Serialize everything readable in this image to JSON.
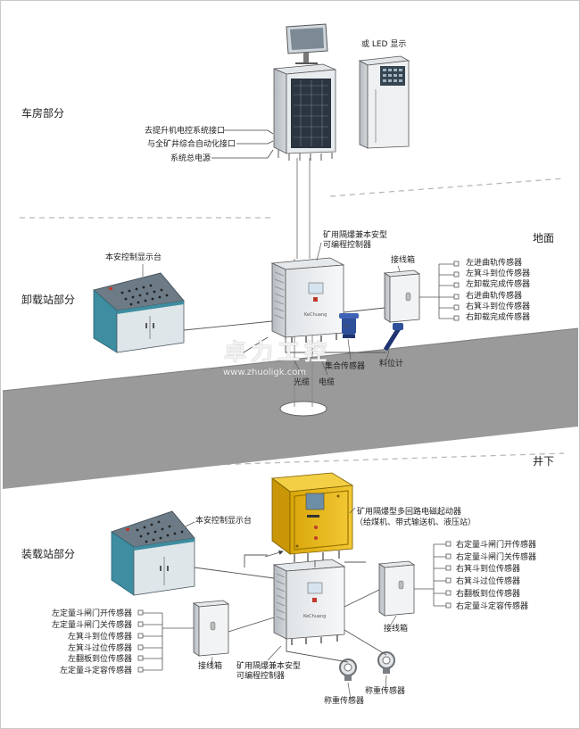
{
  "sections": {
    "garage": "车房部分",
    "unloading": "卸载站部分",
    "loading": "装载站部分",
    "ground": "地面",
    "underground": "井下"
  },
  "garage": {
    "led_note": "或 LED 显示",
    "interfaces": [
      "去提升机电控系统接口",
      "与全矿井综合自动化接口",
      "系统总电源"
    ]
  },
  "unloading": {
    "plc_label": "矿用隔爆兼本安型\n可编程控制器",
    "console_label": "本安控制显示台",
    "junction_label": "接线箱",
    "sensors": [
      "左进曲轨传感器",
      "左箕斗到位传感器",
      "左卸载完成传感器",
      "右进曲轨传感器",
      "右箕斗到位传感器",
      "右卸载完成传感器"
    ],
    "fiber": "光缆",
    "cable": "电缆",
    "combo_sensor": "集合传感器",
    "level_meter": "料位计"
  },
  "loading": {
    "starter_label": "矿用隔爆型多回路电磁起动器",
    "starter_note": "（给煤机、带式输送机、液压站）",
    "console_label": "本安控制显示台",
    "plc_label": "矿用隔爆兼本安型\n可编程控制器",
    "left_junction": "接线箱",
    "right_junction": "接线箱",
    "left_sensors": [
      "左定量斗闸门开传感器",
      "左定量斗闸门关传感器",
      "左箕斗到位传感器",
      "左箕斗过位传感器",
      "左翻板到位传感器",
      "左定量斗定容传感器"
    ],
    "right_sensors": [
      "右定量斗闸门开传感器",
      "右定量斗闸门关传感器",
      "右箕斗到位传感器",
      "右箕斗过位传感器",
      "右翻板到位传感器",
      "右定量斗定容传感器"
    ],
    "weigh_sensor_1": "称重传感器",
    "weigh_sensor_2": "称重传感器"
  },
  "brand": "KeChuang",
  "watermark": {
    "main": "卓力工控",
    "url": "www.zhuoligk.com"
  }
}
